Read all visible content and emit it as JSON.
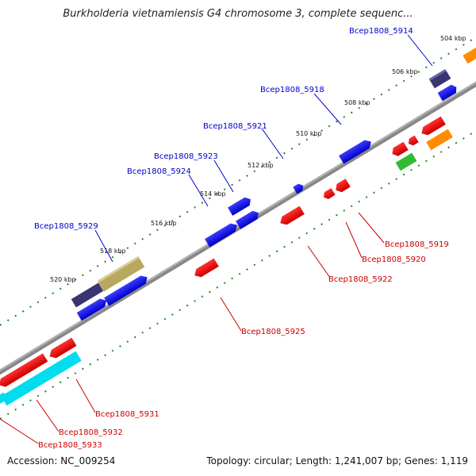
{
  "title": "Burkholderia vietnamiensis G4 chromosome 3, complete sequenc...",
  "footer": {
    "accession": "Accession: NC_009254",
    "summary": "Topology: circular; Length: 1,241,007 bp; Genes: 1,119"
  },
  "kbp_labels": [
    "504 kbp",
    "506 kbp",
    "508 kbp",
    "510 kbp",
    "512 kbp",
    "514 kbp",
    "516 kbp",
    "518 kbp",
    "520 kbp"
  ],
  "gene_labels": [
    {
      "text": "Bcep1808_5914",
      "strand": "forward",
      "color": "#0000cc"
    },
    {
      "text": "Bcep1808_5918",
      "strand": "forward",
      "color": "#0000cc"
    },
    {
      "text": "Bcep1808_5921",
      "strand": "forward",
      "color": "#0000cc"
    },
    {
      "text": "Bcep1808_5923",
      "strand": "forward",
      "color": "#0000cc"
    },
    {
      "text": "Bcep1808_5924",
      "strand": "forward",
      "color": "#0000cc"
    },
    {
      "text": "Bcep1808_5929",
      "strand": "forward",
      "color": "#0000cc"
    },
    {
      "text": "Bcep1808_5919",
      "strand": "reverse",
      "color": "#cc0000"
    },
    {
      "text": "Bcep1808_5920",
      "strand": "reverse",
      "color": "#cc0000"
    },
    {
      "text": "Bcep1808_5922",
      "strand": "reverse",
      "color": "#cc0000"
    },
    {
      "text": "Bcep1808_5925",
      "strand": "reverse",
      "color": "#cc0000"
    },
    {
      "text": "Bcep1808_5931",
      "strand": "reverse",
      "color": "#cc0000"
    },
    {
      "text": "Bcep1808_5932",
      "strand": "reverse",
      "color": "#cc0000"
    },
    {
      "text": "Bcep1808_5933",
      "strand": "reverse",
      "color": "#cc0000"
    }
  ],
  "colors": {
    "forward_gene": "#0000ee",
    "reverse_gene": "#ee0000",
    "backbone": "#888888",
    "tick": "#228822",
    "dark_purple": "#3a3470",
    "olive": "#b8a860",
    "orange": "#ff8c00",
    "green": "#33bb33",
    "cyan": "#00ddee"
  }
}
